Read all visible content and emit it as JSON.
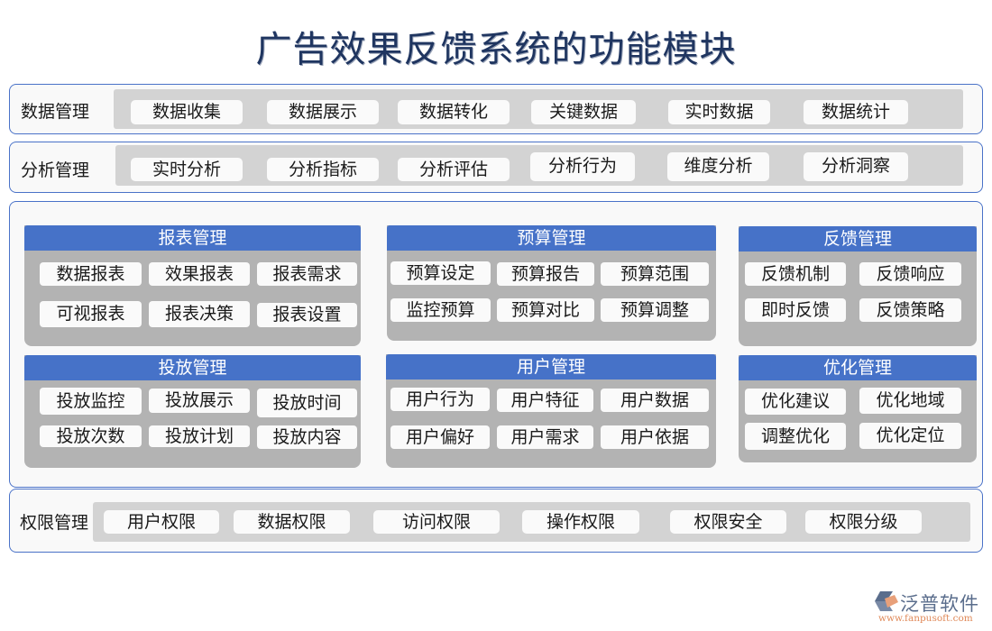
{
  "title": "广告效果反馈系统的功能模块",
  "rows": {
    "data_management": {
      "label": "数据管理",
      "items": [
        "数据收集",
        "数据展示",
        "数据转化",
        "关键数据",
        "实时数据",
        "数据统计"
      ]
    },
    "analysis_management": {
      "label": "分析管理",
      "items": [
        "实时分析",
        "分析指标",
        "分析评估",
        "分析行为",
        "维度分析",
        "分析洞察"
      ]
    },
    "permission_management": {
      "label": "权限管理",
      "items": [
        "用户权限",
        "数据权限",
        "访问权限",
        "操作权限",
        "权限安全",
        "权限分级"
      ]
    }
  },
  "modules": {
    "report": {
      "title": "报表管理",
      "items": [
        "数据报表",
        "效果报表",
        "报表需求",
        "可视报表",
        "报表决策",
        "报表设置"
      ]
    },
    "budget": {
      "title": "预算管理",
      "items": [
        "预算设定",
        "预算报告",
        "预算范围",
        "监控预算",
        "预算对比",
        "预算调整"
      ]
    },
    "feedback": {
      "title": "反馈管理",
      "items": [
        "反馈机制",
        "反馈响应",
        "即时反馈",
        "反馈策略"
      ]
    },
    "delivery": {
      "title": "投放管理",
      "items": [
        "投放监控",
        "投放展示",
        "投放时间",
        "投放次数",
        "投放计划",
        "投放内容"
      ]
    },
    "user": {
      "title": "用户管理",
      "items": [
        "用户行为",
        "用户特征",
        "用户数据",
        "用户偏好",
        "用户需求",
        "用户依据"
      ]
    },
    "optimization": {
      "title": "优化管理",
      "items": [
        "优化建议",
        "优化地域",
        "调整优化",
        "优化定位"
      ]
    }
  },
  "logo": {
    "name": "泛普软件",
    "url": "www.fanpusoft.com"
  },
  "colors": {
    "accent_blue": "#4672c8",
    "border_blue": "#4a72c8",
    "module_gray": "#b3b3b3",
    "strip_gray": "#d3d3d3",
    "title_navy": "#1f3560",
    "logo_orange": "#e08a5a"
  }
}
